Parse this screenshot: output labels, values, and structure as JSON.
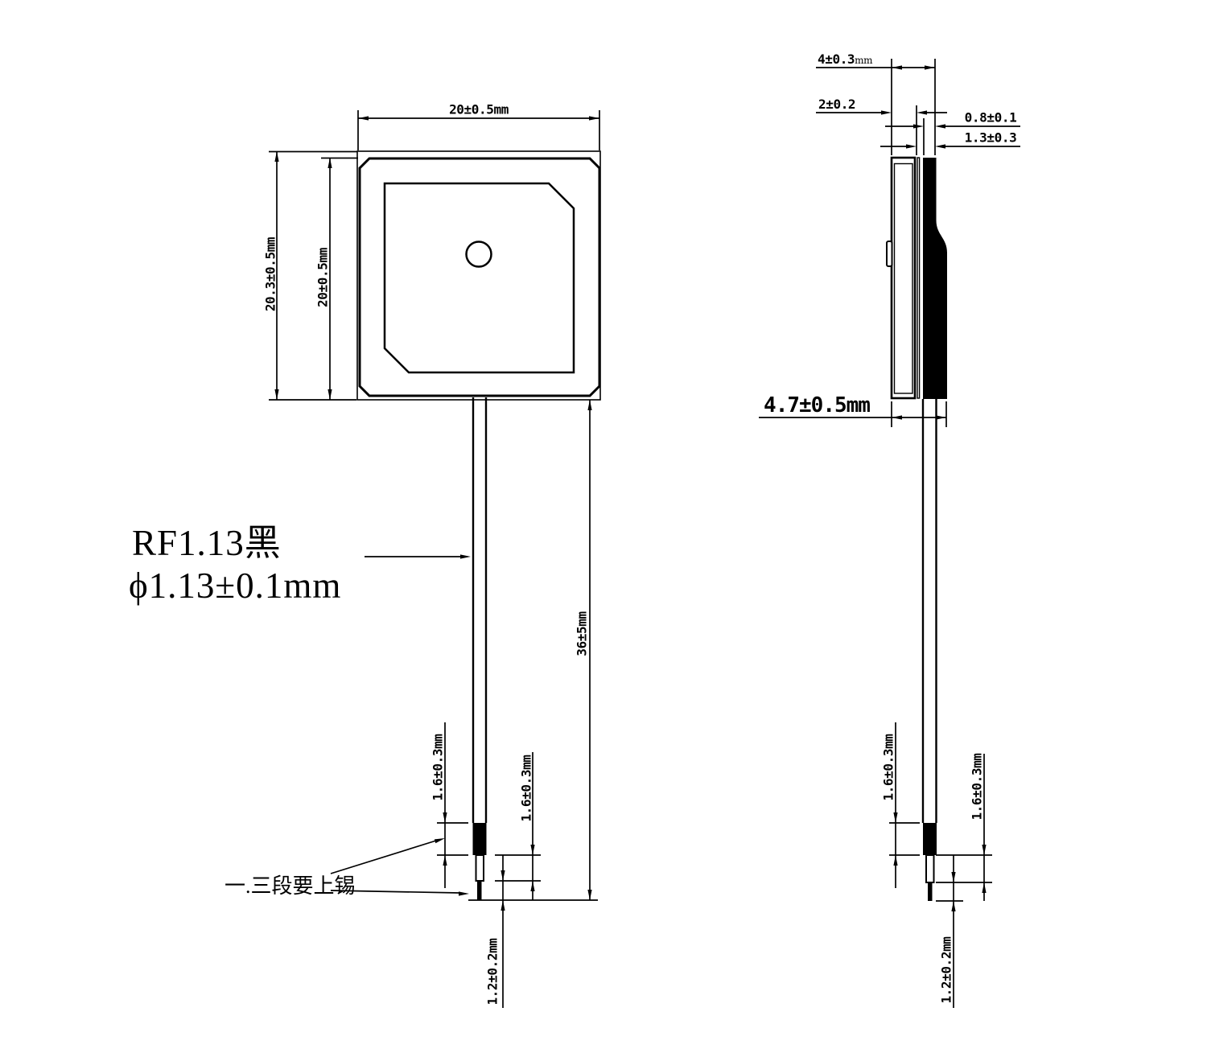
{
  "front_view": {
    "dim_width_top": "20±0.5mm",
    "dim_height_outer": "20.3±0.5mm",
    "dim_height_inner": "20±0.5mm",
    "dim_cable_length": "36±5mm",
    "dim_jacket_strip": "1.6±0.3mm",
    "dim_braid_section": "1.6±0.3mm",
    "dim_tip_section": "1.2±0.2mm"
  },
  "side_view": {
    "dim_total_thickness": "4±0.3",
    "dim_total_thickness_unit": "mm",
    "dim_board_thickness": "2±0.2",
    "dim_gap": "0.8±0.1",
    "dim_cable_offset": "1.3±0.3",
    "dim_body_width": "4.7±0.5mm",
    "dim_jacket_strip": "1.6±0.3mm",
    "dim_braid_section": "1.6±0.3mm",
    "dim_tip_section": "1.2±0.2mm"
  },
  "notes": {
    "cable_type": "RF1.13黑",
    "cable_diameter": "ϕ1.13±0.1mm",
    "tinning_note": "一.三段要上锡"
  },
  "colors": {
    "line": "#000000",
    "background": "#ffffff",
    "fill": "#000000"
  }
}
